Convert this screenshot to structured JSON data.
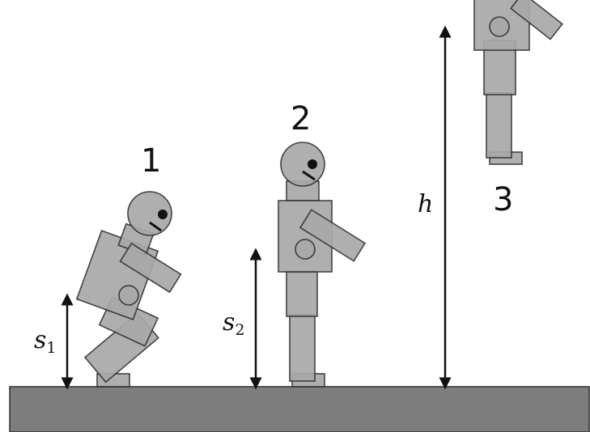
{
  "labels": {
    "pose1": "1",
    "pose2": "2",
    "pose3": "3",
    "s1_var": "s",
    "s1_sub": "1",
    "s2_var": "s",
    "s2_sub": "2",
    "h_var": "h"
  },
  "colors": {
    "ground": "#7d7d7d",
    "body_part": "#a9a9a9",
    "outline": "#333333",
    "arrow": "#111111"
  }
}
